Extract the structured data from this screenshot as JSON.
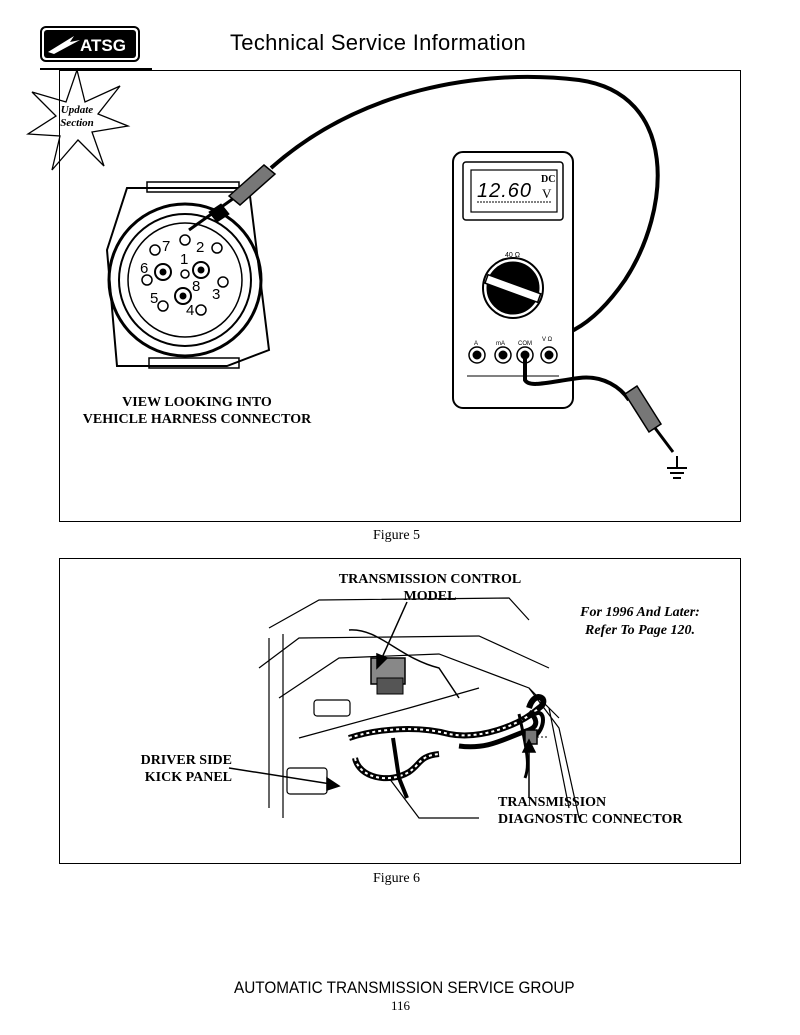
{
  "header": {
    "logo_text": "ATSG",
    "title": "Technical Service Information"
  },
  "badge": {
    "line1": "Update",
    "line2": "Section"
  },
  "figure5": {
    "connector_pins": [
      "1",
      "2",
      "3",
      "4",
      "5",
      "6",
      "7",
      "8"
    ],
    "connector_label_line1": "VIEW LOOKING INTO",
    "connector_label_line2": "VEHICLE HARNESS CONNECTOR",
    "meter": {
      "reading": "12.60",
      "mode": "DC",
      "unit": "V",
      "dial_label": "40 Ω",
      "jacks": [
        "A",
        "mA",
        "COM",
        "V Ω"
      ]
    },
    "caption": "Figure 5"
  },
  "figure6": {
    "tcm_label_line1": "TRANSMISSION CONTROL",
    "tcm_label_line2": "MODEL",
    "note_line1": "For 1996 And Later:",
    "note_line2": "Refer To Page 120.",
    "kick_label_line1": "DRIVER SIDE",
    "kick_label_line2": "KICK PANEL",
    "diag_label_line1": "TRANSMISSION",
    "diag_label_line2": "DIAGNOSTIC CONNECTOR",
    "caption": "Figure 6"
  },
  "footer": {
    "org": "AUTOMATIC TRANSMISSION SERVICE GROUP",
    "page_number": "116"
  }
}
